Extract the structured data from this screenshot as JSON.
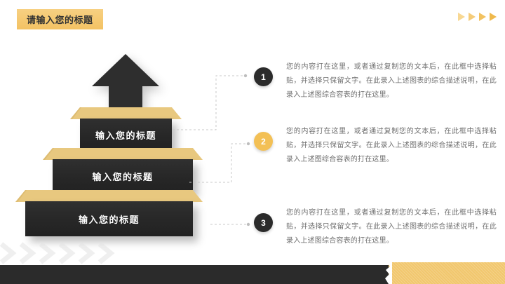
{
  "header": {
    "title": "请输入您的标题",
    "decor_arrows": [
      "arrow-1",
      "arrow-2",
      "arrow-3",
      "arrow-4"
    ]
  },
  "colors": {
    "accent_gold": "#f3c463",
    "slab_dark": "#2b2b2b",
    "step_top": "#e8c87f",
    "body_text": "#6f6f6f"
  },
  "pyramid": {
    "apex_icon": "up-arrow-icon",
    "tiers": [
      {
        "label": "输入您的标题"
      },
      {
        "label": "输入您的标题"
      },
      {
        "label": "输入您的标题"
      }
    ]
  },
  "items": [
    {
      "number": "1",
      "body": "您的内容打在这里，或者通过复制您的文本后，在此框中选择粘贴，并选择只保留文字。在此录入上述图表的综合描述说明，在此录入上述图综合容表的打在这里。"
    },
    {
      "number": "2",
      "body": "您的内容打在这里，或者通过复制您的文本后，在此框中选择粘贴，并选择只保留文字。在此录入上述图表的综合描述说明，在此录入上述图综合容表的打在这里。"
    },
    {
      "number": "3",
      "body": "您的内容打在这里，或者通过复制您的文本后，在此框中选择粘贴，并选择只保留文字。在此录入上述图表的综合描述说明，在此录入上述图综合容表的打在这里。"
    }
  ]
}
